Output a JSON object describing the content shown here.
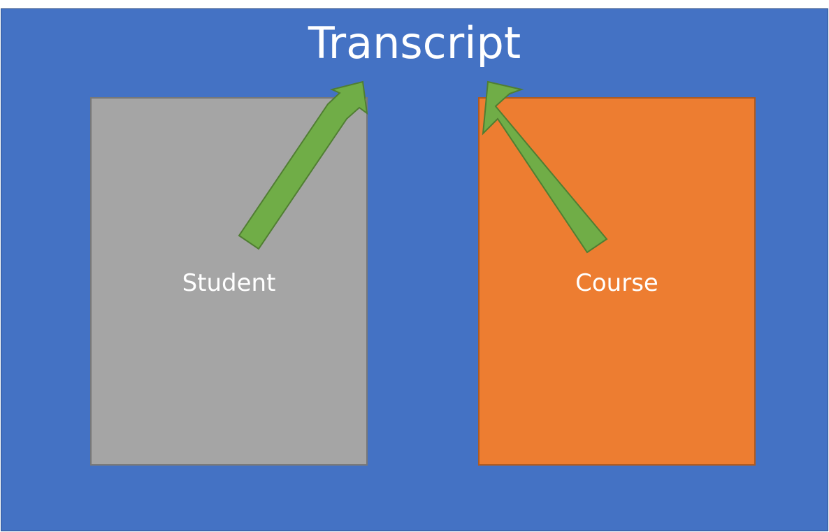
{
  "diagram": {
    "title": "Transcript",
    "entities": [
      {
        "id": "student",
        "label": "Student",
        "fill": "#a5a5a5"
      },
      {
        "id": "course",
        "label": "Course",
        "fill": "#ed7d31"
      }
    ],
    "arrows": [
      {
        "from": "student",
        "to": "title",
        "color": "#70ad47"
      },
      {
        "from": "course",
        "to": "title",
        "color": "#70ad47"
      }
    ],
    "background": "#4472c4"
  }
}
